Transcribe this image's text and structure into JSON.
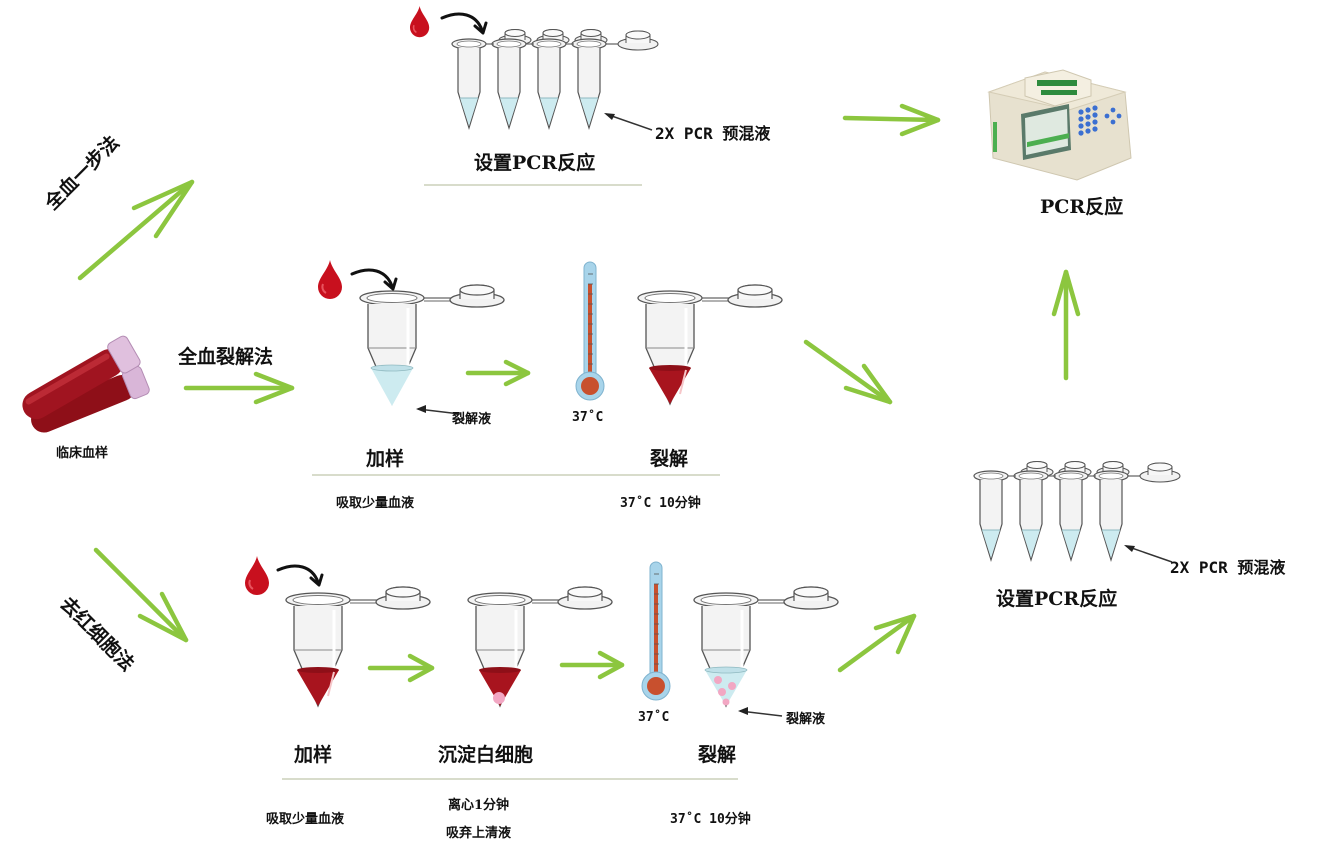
{
  "colors": {
    "arrow_green": "#8cc63f",
    "blood_red": "#b5121b",
    "lysis_blue": "#cdebf0",
    "rule": "#d8dccb",
    "thermo_bulb": "#c8502e",
    "wbc_pink": "#f2a7c3"
  },
  "source": {
    "label": "临床血样",
    "icon": "blood-tubes-icon"
  },
  "methods": {
    "one_step": {
      "label": "全血一步法",
      "step": {
        "title": "设置PCR反应",
        "reagent_label": "2X PCR 预混液"
      }
    },
    "lysis": {
      "label": "全血裂解法",
      "steps": [
        {
          "title": "加样",
          "note": "吸取少量血液",
          "callout": "裂解液"
        },
        {
          "title": "裂解",
          "note": "37˚C 10分钟",
          "temp": "37˚C"
        }
      ]
    },
    "rbc_removal": {
      "label": "去红细胞法",
      "steps": [
        {
          "title": "加样",
          "note": "吸取少量血液"
        },
        {
          "title": "沉淀白细胞",
          "note_lines": [
            "离心1分钟",
            "吸弃上清液"
          ]
        },
        {
          "title": "裂解",
          "note": "37˚C 10分钟",
          "temp": "37˚C",
          "callout": "裂解液"
        }
      ]
    }
  },
  "merge_step": {
    "title": "设置PCR反应",
    "reagent_label": "2X PCR 预混液"
  },
  "final": {
    "title": "PCR反应",
    "icon": "thermal-cycler-icon"
  }
}
